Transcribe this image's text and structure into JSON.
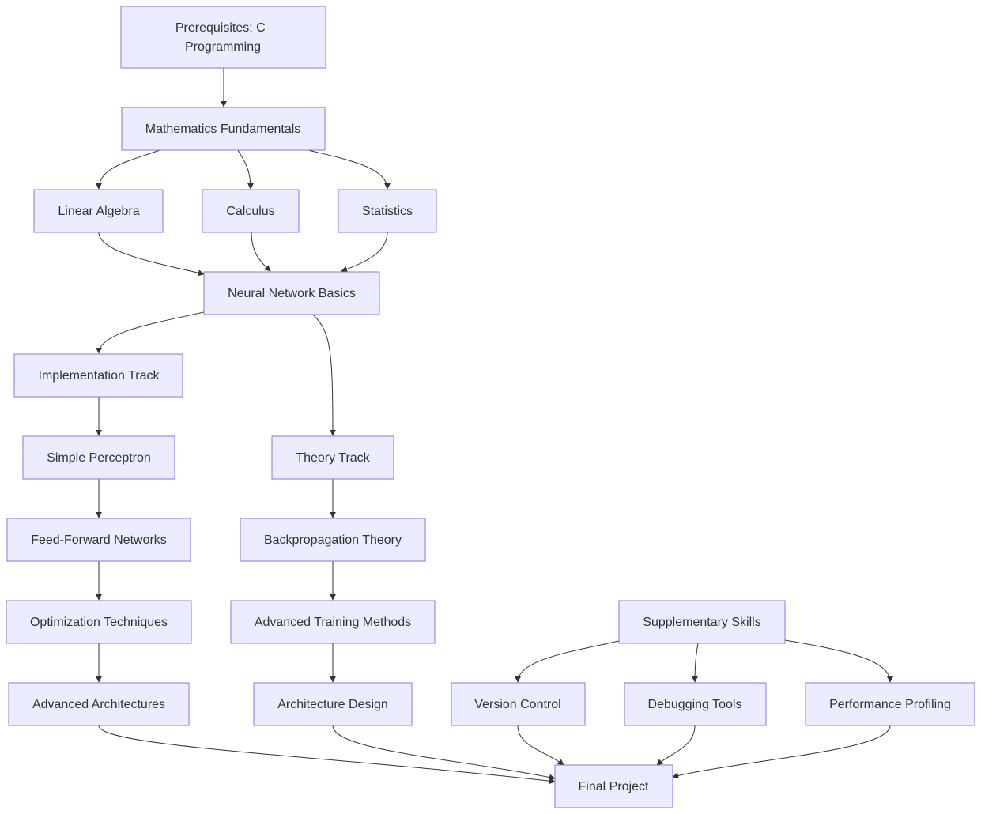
{
  "diagram": {
    "nodes": {
      "prereq": "Prerequisites: C Programming",
      "math": "Mathematics Fundamentals",
      "linalg": "Linear Algebra",
      "calc": "Calculus",
      "stats": "Statistics",
      "nnbasics": "Neural Network Basics",
      "impl": "Implementation Track",
      "perceptron": "Simple Perceptron",
      "feedforward": "Feed-Forward Networks",
      "optim": "Optimization Techniques",
      "advarch": "Advanced Architectures",
      "theory": "Theory Track",
      "backprop": "Backpropagation Theory",
      "advtrain": "Advanced Training Methods",
      "archdesign": "Architecture Design",
      "supp": "Supplementary Skills",
      "vcs": "Version Control",
      "debug": "Debugging Tools",
      "perf": "Performance Profiling",
      "final": "Final Project"
    },
    "edges": [
      [
        "prereq",
        "math"
      ],
      [
        "math",
        "linalg"
      ],
      [
        "math",
        "calc"
      ],
      [
        "math",
        "stats"
      ],
      [
        "linalg",
        "nnbasics"
      ],
      [
        "calc",
        "nnbasics"
      ],
      [
        "stats",
        "nnbasics"
      ],
      [
        "nnbasics",
        "impl"
      ],
      [
        "nnbasics",
        "theory"
      ],
      [
        "impl",
        "perceptron"
      ],
      [
        "perceptron",
        "feedforward"
      ],
      [
        "feedforward",
        "optim"
      ],
      [
        "optim",
        "advarch"
      ],
      [
        "theory",
        "backprop"
      ],
      [
        "backprop",
        "advtrain"
      ],
      [
        "advtrain",
        "archdesign"
      ],
      [
        "supp",
        "vcs"
      ],
      [
        "supp",
        "debug"
      ],
      [
        "supp",
        "perf"
      ],
      [
        "advarch",
        "final"
      ],
      [
        "archdesign",
        "final"
      ],
      [
        "vcs",
        "final"
      ],
      [
        "debug",
        "final"
      ],
      [
        "perf",
        "final"
      ]
    ]
  }
}
